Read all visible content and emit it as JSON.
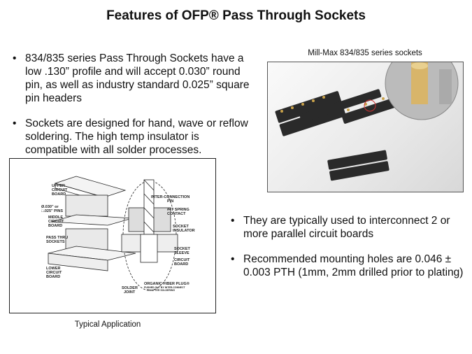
{
  "title": "Features of OFP® Pass Through Sockets",
  "left_bullets": [
    "834/835 series Pass Through Sockets have a low .130” profile and will accept 0.030” round pin, as well as industry standard 0.025” square pin headers",
    "Sockets are designed for hand, wave or reflow soldering. The high temp insulator is compatible with all solder processes."
  ],
  "right_bullets": [
    "They are typically used to interconnect 2 or more parallel circuit boards",
    "Recommended mounting holes are 0.046 ± 0.003 PTH (1mm, 2mm drilled prior to plating)"
  ],
  "photo_caption": "Mill-Max 834/835 series sockets",
  "diagram_caption": "Typical Application",
  "diagram_labels": {
    "upper": [
      "UPPER",
      "CIRCUIT",
      "BOARD"
    ],
    "pins": [
      "Ø.030\" or",
      "□.025\" PINS"
    ],
    "middle": [
      "MIDDLE",
      "CIRCUIT",
      "BOARD"
    ],
    "passthru": [
      "PASS THRU",
      "SOCKETS"
    ],
    "lower": [
      "LOWER",
      "CIRCUIT",
      "BOARD"
    ],
    "icpin": [
      "INTER-CONNECTION",
      "PIN"
    ],
    "spring": [
      "#47 SPRING",
      "CONTACT"
    ],
    "insulator": [
      "SOCKET",
      "INSULATOR"
    ],
    "sleeve": [
      "SOCKET",
      "SLEEVE"
    ],
    "circuit": [
      "CIRCUIT",
      "BOARD"
    ],
    "solder": [
      "SOLDER",
      "JOINT"
    ],
    "plug": [
      "ORGANIC FIBER PLUG®",
      "PUSHED OUT BY INTER-CONNECT",
      "PIN AFTER SOLDERING"
    ]
  }
}
